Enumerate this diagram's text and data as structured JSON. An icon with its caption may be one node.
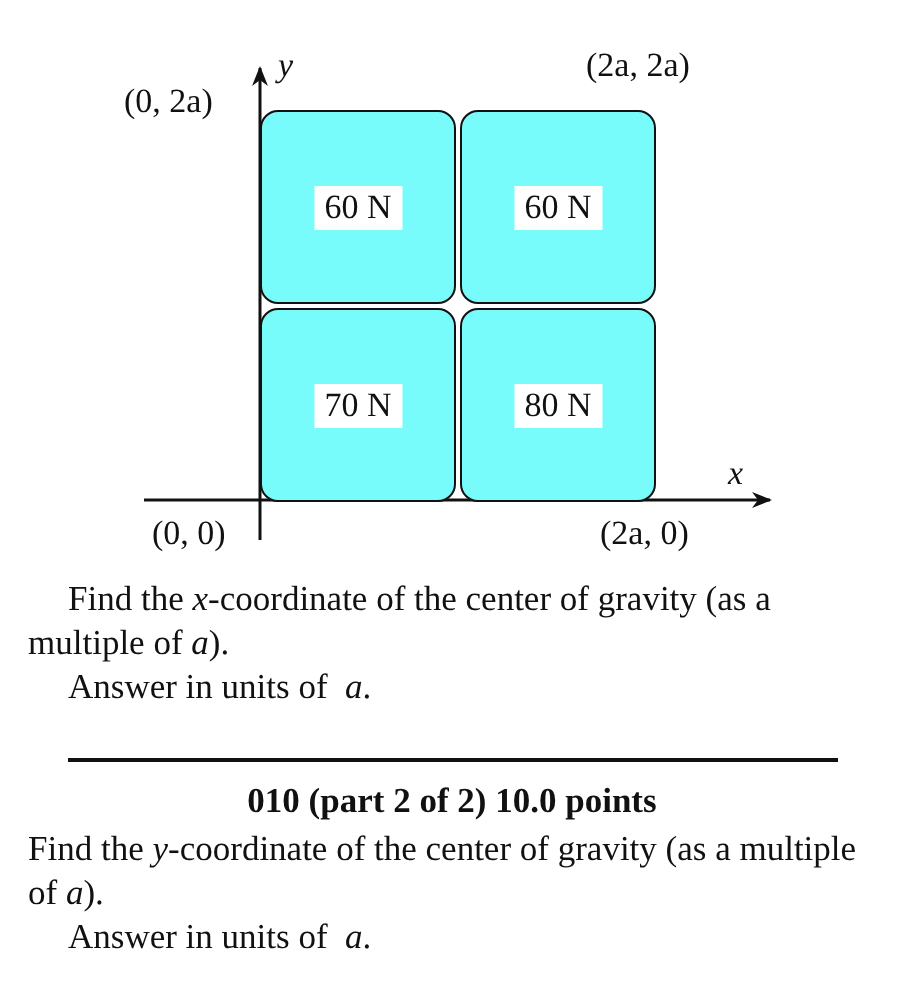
{
  "diagram": {
    "nodes": [
      {
        "text": [
          "60 N"
        ]
      },
      {
        "text": [
          "60 N"
        ]
      },
      {
        "text": [
          "70 N"
        ]
      },
      {
        "text": [
          "80 N"
        ]
      }
    ],
    "edges": [],
    "labels": [
      "*y*",
      "(2a, 2a)",
      "(0, 2a)",
      "*x*",
      "(0, 0)",
      "(2a, 0)",
      "Find the *x*-coordinate of the center of gravity (as a multiple of *a*).",
      "Answer in units of  *a*.",
      "010 (part 2 of 2) 10.0 points",
      "Find the *y*-coordinate of the center of gravity (as a multiple of *a*).",
      "Answer in units of  *a*."
    ]
  }
}
